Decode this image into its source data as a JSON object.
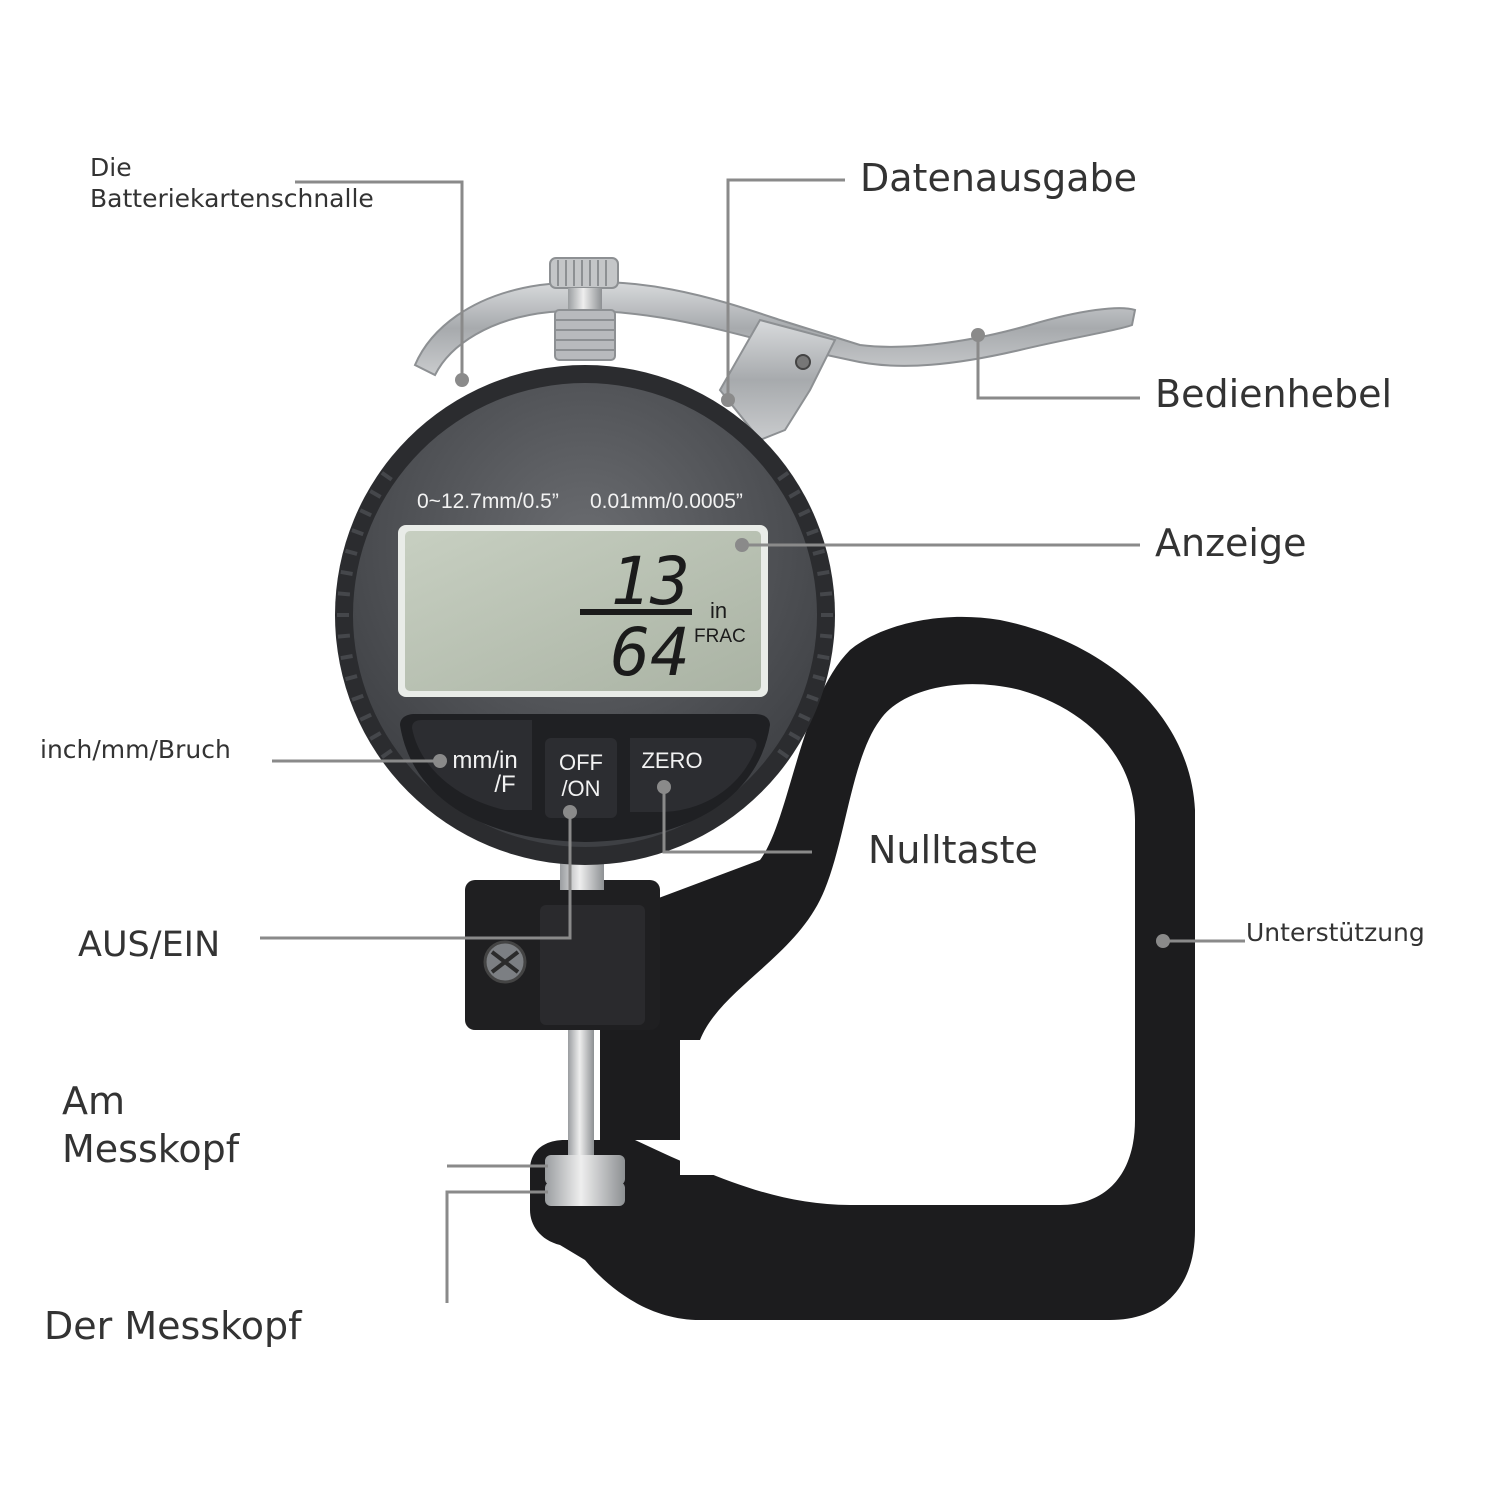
{
  "labels": {
    "battery_clip": "Die\nBatteriekartenschnalle",
    "data_output": "Datenausgabe",
    "lever": "Bedienhebel",
    "display": "Anzeige",
    "unit_button": "inch/mm/Bruch",
    "zero_button": "Nulltaste",
    "support": "Unterstützung",
    "power_button": "AUS/EIN",
    "anvil": "Am\nMesskopf",
    "head": "Der Messkopf"
  },
  "dial": {
    "range": "0~12.7mm/0.5”",
    "resolution": "0.01mm/0.0005”",
    "numerator": "13",
    "denominator": "64",
    "unit": "in",
    "mode": "FRAC",
    "buttons": {
      "unit_line1": "mm/in",
      "unit_line2": "/F",
      "power_line1": "OFF",
      "power_line2": "/ON",
      "zero": "ZERO"
    }
  },
  "colors": {
    "body": "#1c1c1e",
    "bezel": "#2b2c2f",
    "face": "#4a4c50",
    "lcd": "#b9c2b3",
    "leader": "#8a8a8a",
    "steel": "#b5b8bb"
  }
}
